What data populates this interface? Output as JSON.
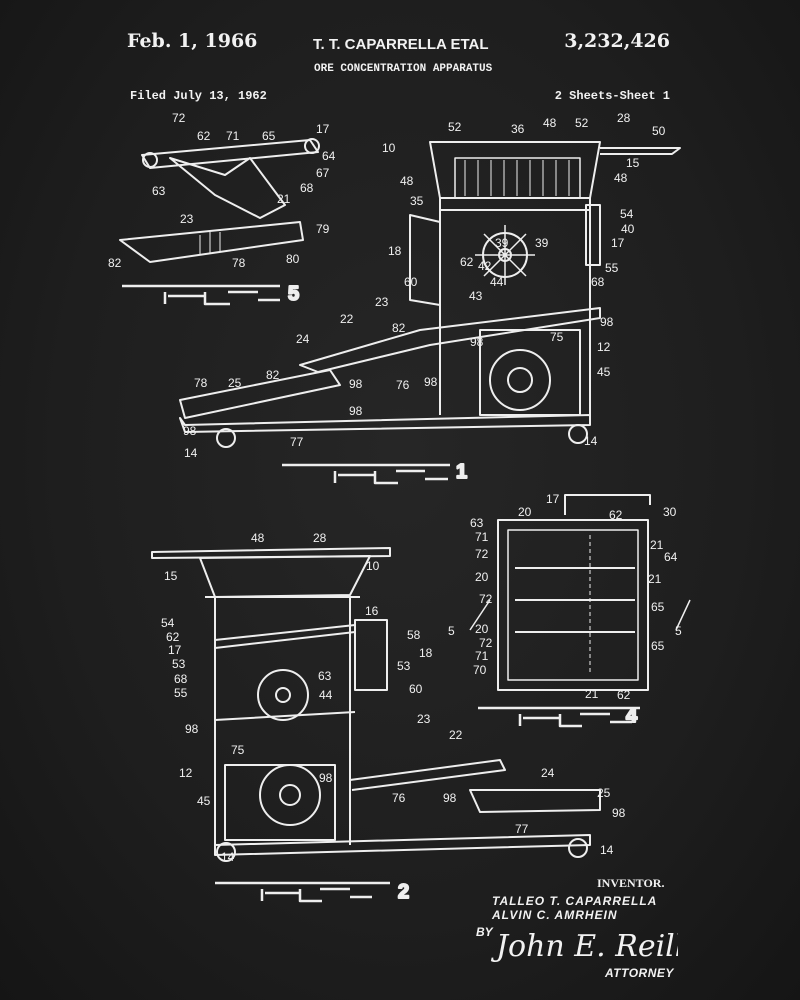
{
  "header": {
    "date": "Feb. 1, 1966",
    "inventors": "T. T. CAPARRELLA ETAL",
    "title": "ORE CONCENTRATION APPARATUS",
    "patent_number": "3,232,426",
    "filed": "Filed July 13, 1962",
    "sheets": "2 Sheets-Sheet 1"
  },
  "figures": {
    "fig5": {
      "number": "5",
      "refs": [
        "72",
        "62",
        "71",
        "65",
        "17",
        "64",
        "67",
        "68",
        "63",
        "21",
        "23",
        "79",
        "78",
        "80",
        "82"
      ]
    },
    "fig1": {
      "number": "1",
      "refs": [
        "10",
        "52",
        "36",
        "48",
        "52",
        "28",
        "50",
        "48",
        "15",
        "48",
        "35",
        "54",
        "40",
        "17",
        "18",
        "39",
        "39",
        "62",
        "42",
        "55",
        "60",
        "44",
        "68",
        "43",
        "23",
        "82",
        "22",
        "98",
        "75",
        "24",
        "98",
        "12",
        "82",
        "45",
        "78",
        "25",
        "98",
        "76",
        "98",
        "98",
        "98",
        "77",
        "14",
        "14"
      ]
    },
    "fig2": {
      "number": "2",
      "refs": [
        "48",
        "28",
        "10",
        "15",
        "16",
        "54",
        "62",
        "58",
        "17",
        "53",
        "18",
        "68",
        "53",
        "55",
        "60",
        "44",
        "63",
        "23",
        "98",
        "22",
        "75",
        "12",
        "24",
        "45",
        "98",
        "76",
        "98",
        "25",
        "98",
        "77",
        "14",
        "14"
      ]
    },
    "fig4": {
      "number": "4",
      "refs": [
        "17",
        "20",
        "62",
        "30",
        "63",
        "71",
        "21",
        "72",
        "64",
        "20",
        "21",
        "72",
        "65",
        "20",
        "72",
        "65",
        "71",
        "70",
        "21",
        "62",
        "5",
        "5"
      ]
    }
  },
  "footer": {
    "inventor_label": "INVENTOR.",
    "inventor_1": "TALLEO   T.   CAPARRELLA",
    "inventor_2": "ALVIN    C.   AMRHEIN",
    "by": "BY",
    "signature": "John E. Reilly",
    "attorney": "ATTORNEY"
  },
  "colors": {
    "background": "#1c1c1c",
    "ink": "#f2f2f2"
  }
}
